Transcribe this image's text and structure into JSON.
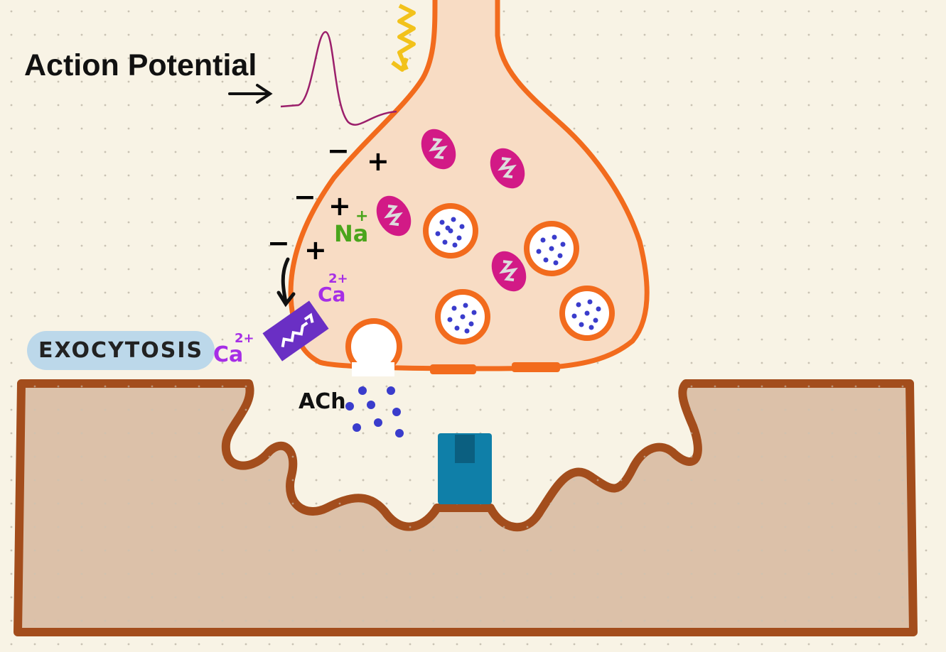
{
  "labels": {
    "action_potential": "Action Potential",
    "exocytosis": "EXOCYTOSIS",
    "sodium": "Na",
    "sodium_charge": "+",
    "calcium_inside": "Ca",
    "calcium_inside_charge": "2+",
    "calcium_outside": "Ca",
    "calcium_outside_charge": "2+",
    "acetylcholine": "ACh",
    "minus": "−",
    "plus": "+"
  },
  "colors": {
    "background": "#f8f3e5",
    "terminal_fill": "#f8dcc4",
    "membrane": "#f26b1d",
    "muscle_fill": "#dcc1a9",
    "muscle_border": "#a34d1c",
    "mitochondria": "#d21a86",
    "vesicle_dots": "#3a3ccc",
    "calcium_channel": "#6a2fc4",
    "receptor": "#0f7fa8",
    "sodium": "#4aa51c",
    "calcium": "#a62ee6",
    "ap_trace": "#9b1f6b",
    "bolt": "#f2c21b"
  }
}
